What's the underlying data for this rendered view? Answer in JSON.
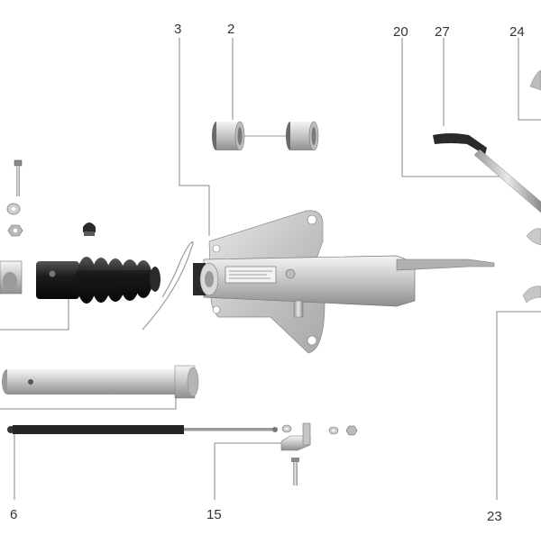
{
  "diagram": {
    "part_numbers": {
      "n3": "3",
      "n2": "2",
      "n20": "20",
      "n27": "27",
      "n24": "24",
      "n6": "6",
      "n15": "15",
      "n23": "23"
    }
  }
}
